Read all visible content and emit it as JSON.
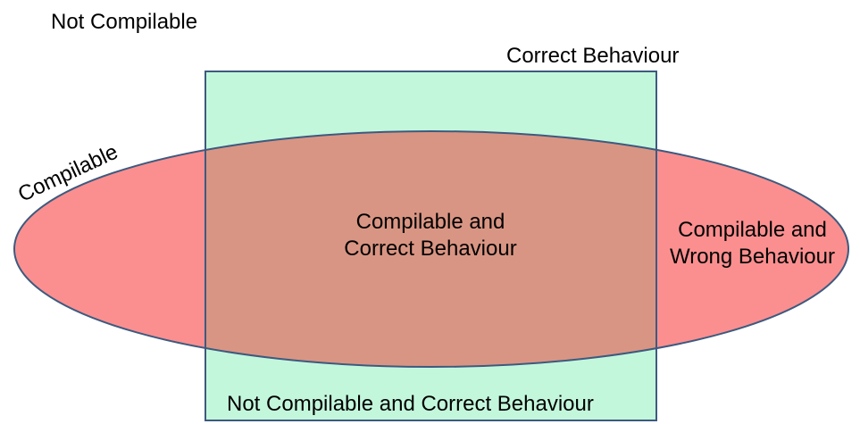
{
  "labels": {
    "outside": "Not Compilable",
    "rectangle": "Correct Behaviour",
    "ellipse": "Compilable",
    "intersection_line1": "Compilable and",
    "intersection_line2": "Correct Behaviour",
    "ellipse_only_line1": "Compilable and",
    "ellipse_only_line2": "Wrong Behaviour",
    "rectangle_only": "Not Compilable and Correct Behaviour"
  },
  "colors": {
    "rectangle_fill": "#c3f7dc",
    "ellipse_fill": "#fb8f8f",
    "intersection_fill": "#d99583",
    "stroke": "#3d5a7f"
  }
}
